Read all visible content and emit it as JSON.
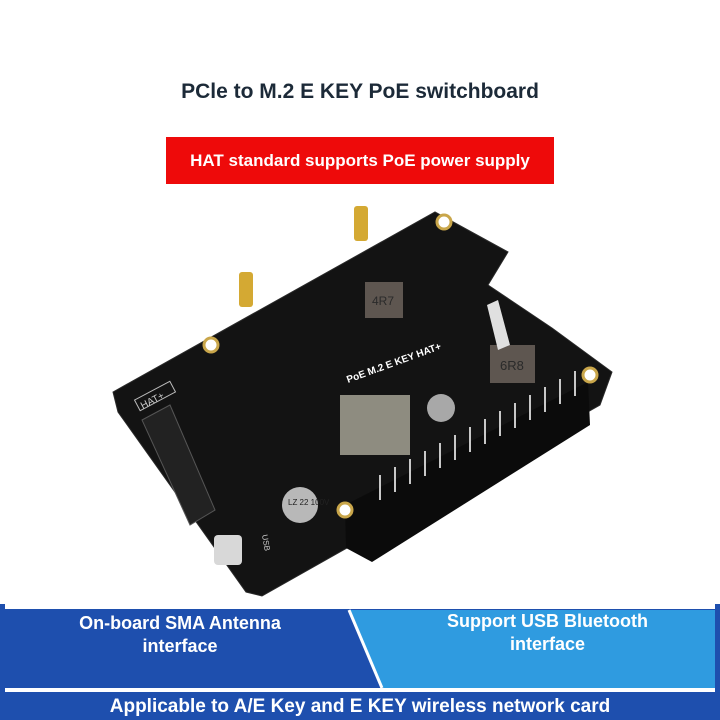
{
  "header": {
    "title": "PCle to M.2 E KEY PoE switchboard",
    "banner": "HAT standard supports PoE power supply"
  },
  "product": {
    "board_label": "PoE M.2 E KEY HAT+",
    "hat_label": "HAT+",
    "usb_label": "USB",
    "capacitor_label": "LZ 22 100V",
    "inductor_small": "4R7",
    "inductor_large": "6R8"
  },
  "features": {
    "left": [
      "On-board SMA Antenna",
      "interface"
    ],
    "right": [
      "Support USB Bluetooth",
      "interface"
    ],
    "footer": "Applicable to A/E Key and E KEY wireless network card"
  },
  "colors": {
    "banner_red": "#ee0a0a",
    "dark_blue": "#1e4fae",
    "light_blue": "#2f9be0"
  }
}
